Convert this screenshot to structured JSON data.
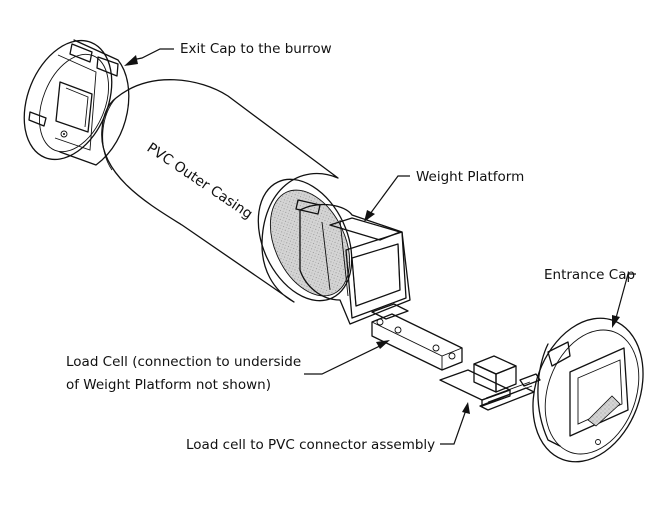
{
  "labels": {
    "exit_cap": "Exit Cap to the burrow",
    "casing": "PVC Outer Casing",
    "weight_platform": "Weight Platform",
    "entrance_cap": "Entrance Cap",
    "load_cell_line1": "Load Cell (connection to underside",
    "load_cell_line2": "of Weight Platform not shown)",
    "connector": "Load cell to PVC connector assembly"
  }
}
